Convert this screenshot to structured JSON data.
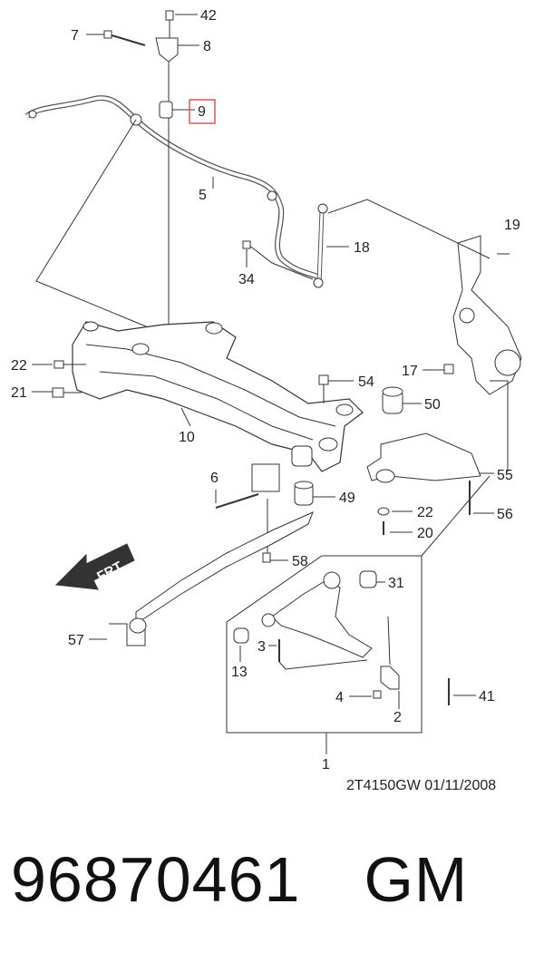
{
  "diagram": {
    "callouts": {
      "c42": "42",
      "c7": "7",
      "c8": "8",
      "c9": "9",
      "c5": "5",
      "c19": "19",
      "c18": "18",
      "c34": "34",
      "c22a": "22",
      "c21": "21",
      "c54": "54",
      "c17": "17",
      "c50": "50",
      "c10": "10",
      "c55": "55",
      "c6": "6",
      "c49": "49",
      "c22b": "22",
      "c20": "20",
      "c56": "56",
      "c58": "58",
      "c31": "31",
      "c57": "57",
      "c3": "3",
      "c13": "13",
      "c4": "4",
      "c2": "2",
      "c41": "41",
      "c1": "1"
    },
    "direction_label": "FRT",
    "reference": "2T4150GW 01/11/2008",
    "highlight_color": "#e05555"
  },
  "footer": {
    "part_number": "96870461",
    "brand": "GM"
  }
}
